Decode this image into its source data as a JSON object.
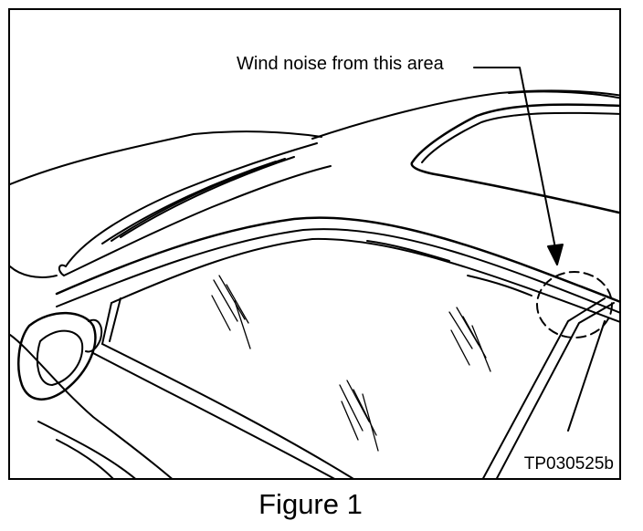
{
  "figure": {
    "callout_text": "Wind noise from this area",
    "image_code": "TP030525b",
    "caption": "Figure 1"
  },
  "colors": {
    "ink": "#000000",
    "paper": "#ffffff"
  }
}
